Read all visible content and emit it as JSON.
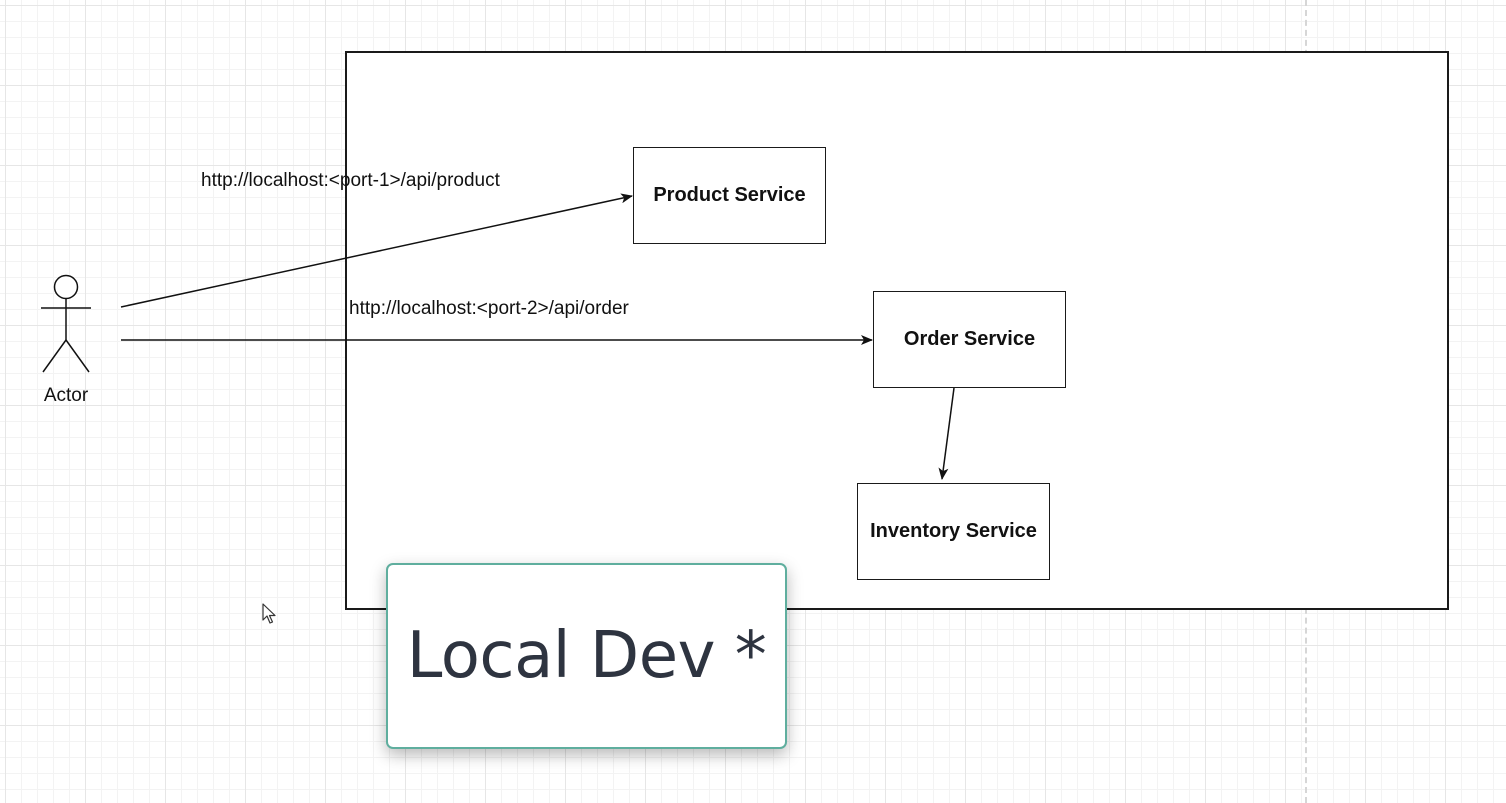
{
  "diagram": {
    "actor": {
      "label": "Actor",
      "icon": "stick-figure-icon"
    },
    "services": {
      "product": "Product Service",
      "order": "Order Service",
      "inventory": "Inventory Service"
    },
    "edges": {
      "actor_to_product": "http://localhost:<port-1>/api/product",
      "actor_to_order": "http://localhost:<port-2>/api/order"
    }
  },
  "overlay": {
    "title": "Local Dev *",
    "border_color": "#5fae9e"
  },
  "icons": {
    "cursor": "mouse-pointer-icon"
  }
}
